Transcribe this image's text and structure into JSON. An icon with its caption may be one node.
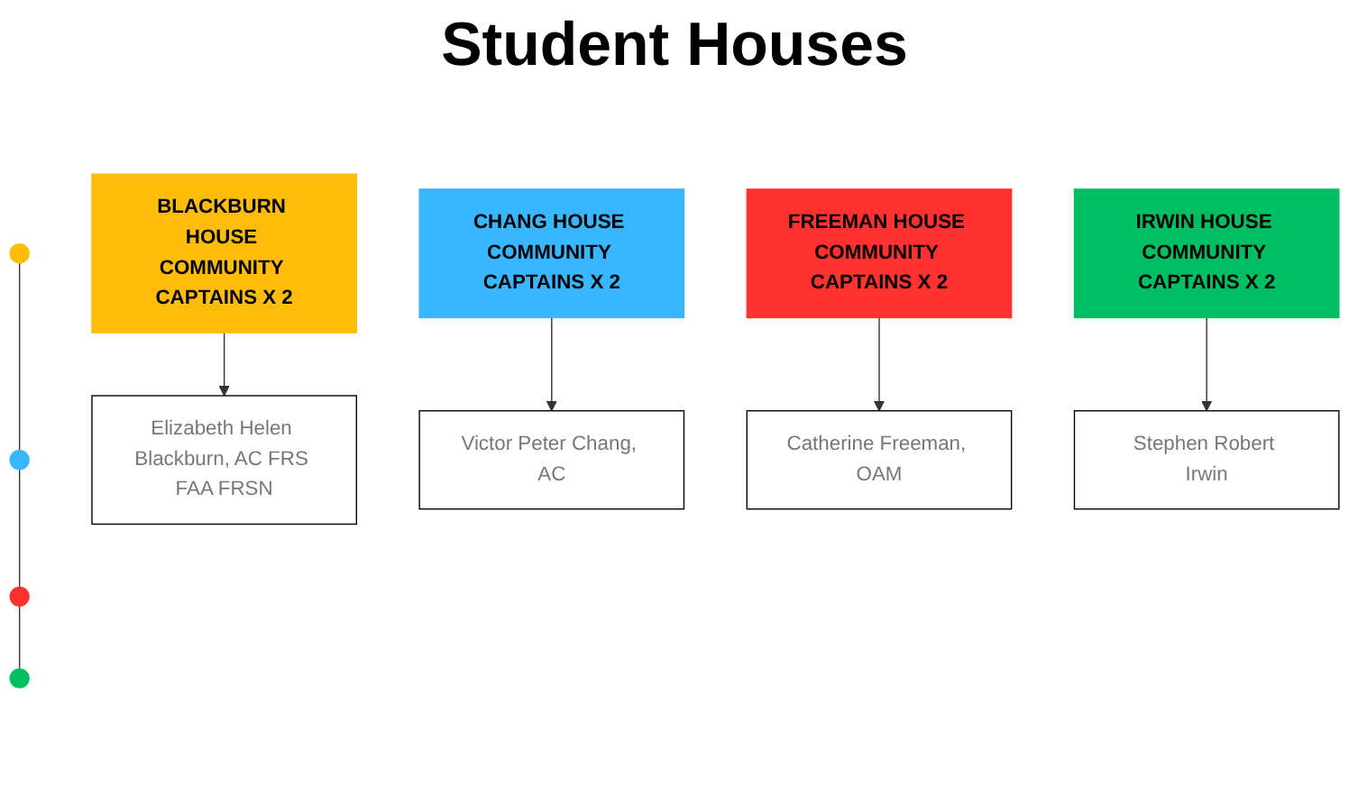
{
  "diagram": {
    "title": "Student Houses",
    "nodes": [
      {
        "text": [],
        "shape": "circle"
      },
      {
        "text": [],
        "shape": "circle"
      },
      {
        "text": [],
        "shape": "circle"
      },
      {
        "text": [],
        "shape": "circle"
      },
      {
        "text": [
          "BLACKBURN HOUSE COMMUNITY CAPTAINS X 2"
        ]
      },
      {
        "text": [
          "Elizabeth Helen Blackburn, AC FRS FAA FRSN"
        ]
      },
      {
        "text": [
          "CHANG HOUSE COMMUNITY CAPTAINS X 2"
        ]
      },
      {
        "text": [
          "Victor Peter Chang, AC"
        ]
      },
      {
        "text": [
          "FREEMAN HOUSE COMMUNITY CAPTAINS X 2"
        ]
      },
      {
        "text": [
          "Catherine Freeman, OAM"
        ]
      },
      {
        "text": [
          "IRWIN HOUSE COMMUNITY CAPTAINS X 2"
        ]
      },
      {
        "text": [
          "Stephen Robert Irwin"
        ]
      }
    ],
    "edges": [
      {
        "from": 0,
        "to": 1,
        "arrow": "none"
      },
      {
        "from": 1,
        "to": 2,
        "arrow": "none"
      },
      {
        "from": 2,
        "to": 3,
        "arrow": "none"
      },
      {
        "from": 4,
        "to": 5,
        "arrow": "to"
      },
      {
        "from": 6,
        "to": 7,
        "arrow": "to"
      },
      {
        "from": 8,
        "to": 9,
        "arrow": "to"
      },
      {
        "from": 10,
        "to": 11,
        "arrow": "to"
      }
    ]
  }
}
